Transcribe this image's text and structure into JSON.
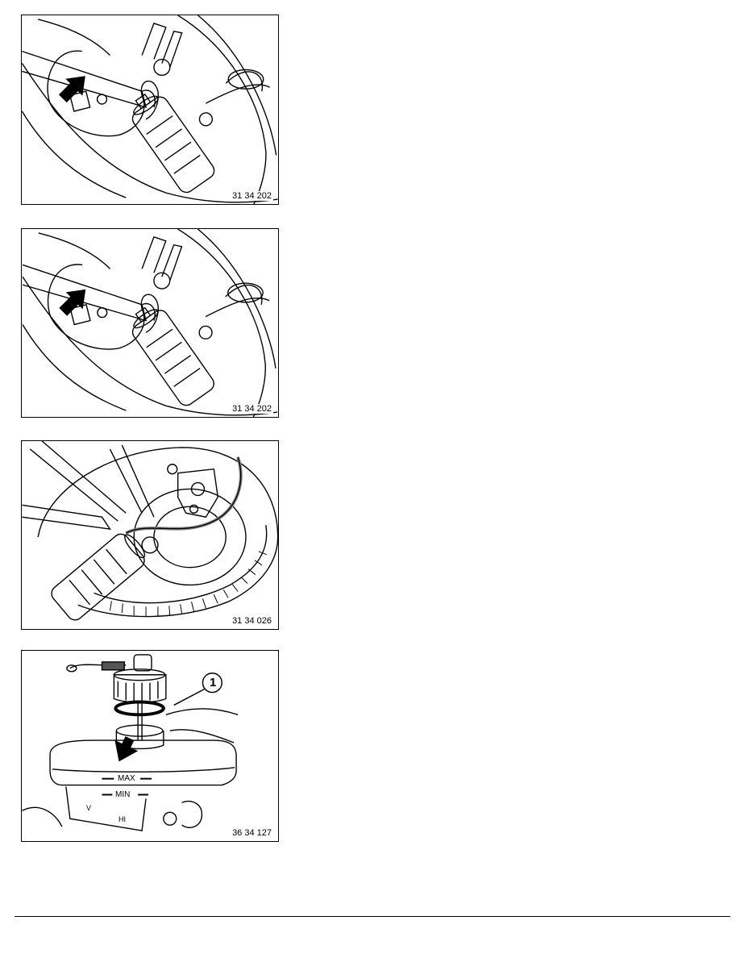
{
  "figures": [
    {
      "code": "31 34 202"
    },
    {
      "code": "31 34 202"
    },
    {
      "code": "31 34 026"
    },
    {
      "code": "36 34 127",
      "callout": "1",
      "labels": {
        "max": "MAX",
        "min": "MIN",
        "v": "V",
        "hi": "HI"
      }
    }
  ]
}
